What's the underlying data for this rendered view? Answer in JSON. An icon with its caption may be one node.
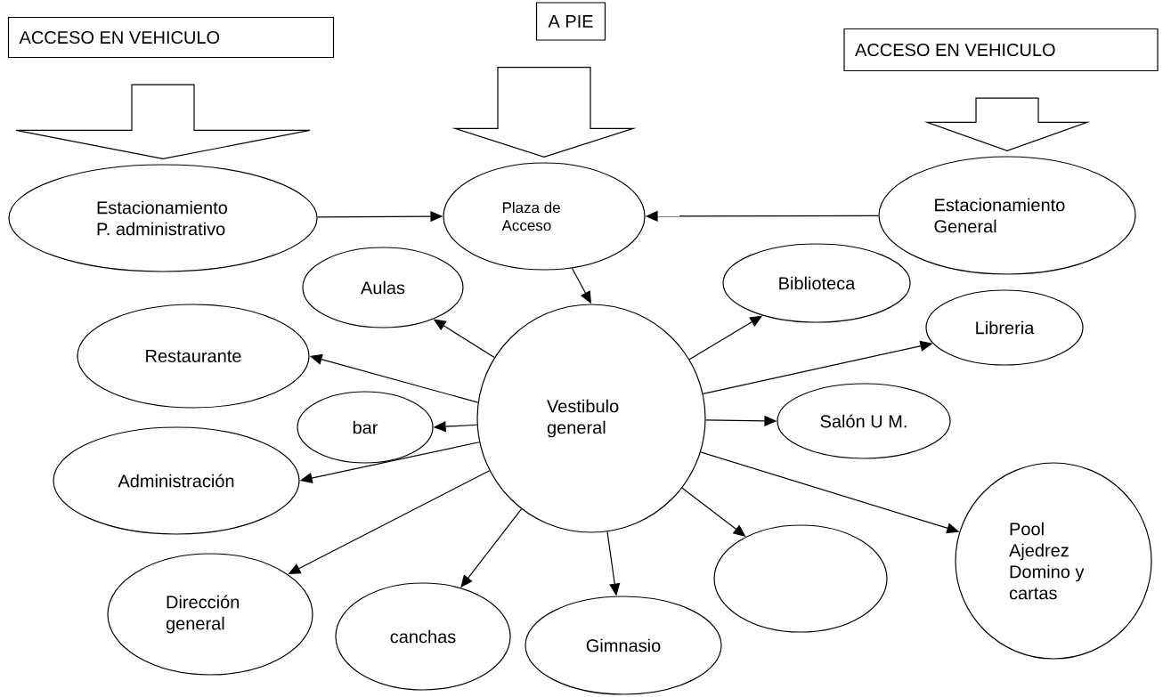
{
  "diagram": {
    "nodes": [
      {
        "text": [
          "ACCESO EN VEHICULO"
        ]
      },
      {
        "text": [
          "A PIE"
        ]
      },
      {
        "text": [
          "ACCESO EN VEHICULO"
        ]
      },
      {
        "text": [
          "Estacionamiento P. administrativo"
        ]
      },
      {
        "text": [
          "Plaza de Acceso"
        ]
      },
      {
        "text": [
          "Estacionamiento General"
        ]
      },
      {
        "text": [
          "Aulas"
        ]
      },
      {
        "text": [
          "Biblioteca"
        ]
      },
      {
        "text": [
          "Restaurante"
        ]
      },
      {
        "text": [
          "Libreria"
        ]
      },
      {
        "text": [
          "Vestibulo general"
        ]
      },
      {
        "text": [
          "bar"
        ]
      },
      {
        "text": [
          "Salón U M."
        ]
      },
      {
        "text": [
          "Administración"
        ]
      },
      {
        "text": [
          "Pool Ajedrez Domino y cartas"
        ]
      },
      {
        "text": [
          "Dirección general"
        ]
      },
      {
        "text": [
          "canchas"
        ]
      },
      {
        "text": [
          "Gimnasio"
        ]
      },
      {
        "text": [],
        "shape": "ellipse"
      }
    ],
    "edges": [
      {
        "from": 0,
        "to": 3,
        "arrow": "to"
      },
      {
        "from": 1,
        "to": 4,
        "arrow": "to"
      },
      {
        "from": 2,
        "to": 5,
        "arrow": "to"
      },
      {
        "from": 3,
        "to": 4,
        "arrow": "to"
      },
      {
        "from": 5,
        "to": 4,
        "arrow": "to"
      },
      {
        "from": 4,
        "to": 10,
        "arrow": "to"
      },
      {
        "from": 10,
        "to": 6,
        "arrow": "to"
      },
      {
        "from": 10,
        "to": 7,
        "arrow": "to"
      },
      {
        "from": 10,
        "to": 8,
        "arrow": "to"
      },
      {
        "from": 10,
        "to": 9,
        "arrow": "to"
      },
      {
        "from": 10,
        "to": 11,
        "arrow": "to"
      },
      {
        "from": 10,
        "to": 12,
        "arrow": "to"
      },
      {
        "from": 10,
        "to": 13,
        "arrow": "to"
      },
      {
        "from": 10,
        "to": 14,
        "arrow": "to"
      },
      {
        "from": 10,
        "to": 15,
        "arrow": "to"
      },
      {
        "from": 10,
        "to": 16,
        "arrow": "to"
      },
      {
        "from": 10,
        "to": 17,
        "arrow": "to"
      },
      {
        "from": 10,
        "to": 18,
        "arrow": "to"
      }
    ]
  }
}
